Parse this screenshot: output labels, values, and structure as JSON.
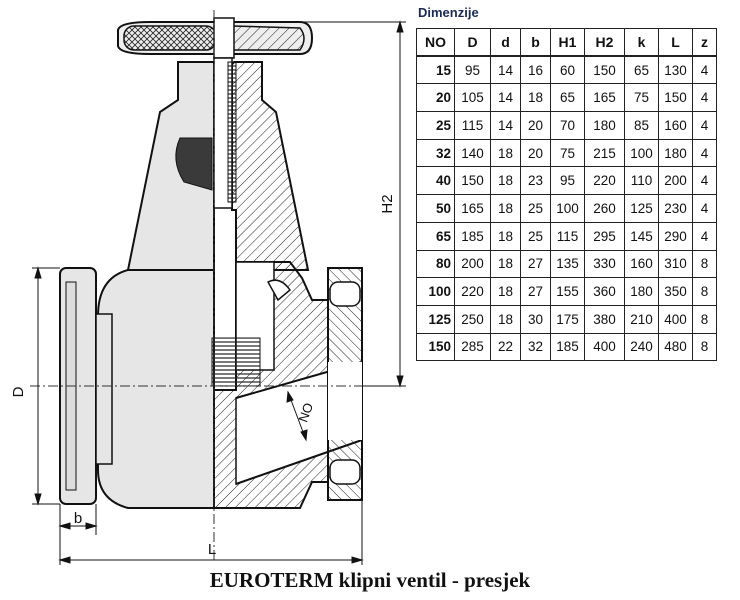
{
  "drawing": {
    "labels": {
      "D": "D",
      "b": "b",
      "L": "L",
      "H2": "H2",
      "NO": "NO"
    }
  },
  "table": {
    "title": "Dimenzije",
    "headers": [
      "NO",
      "D",
      "d",
      "b",
      "H1",
      "H2",
      "k",
      "L",
      "z"
    ],
    "rows": [
      [
        "15",
        "95",
        "14",
        "16",
        "60",
        "150",
        "65",
        "130",
        "4"
      ],
      [
        "20",
        "105",
        "14",
        "18",
        "65",
        "165",
        "75",
        "150",
        "4"
      ],
      [
        "25",
        "115",
        "14",
        "20",
        "70",
        "180",
        "85",
        "160",
        "4"
      ],
      [
        "32",
        "140",
        "18",
        "20",
        "75",
        "215",
        "100",
        "180",
        "4"
      ],
      [
        "40",
        "150",
        "18",
        "23",
        "95",
        "220",
        "110",
        "200",
        "4"
      ],
      [
        "50",
        "165",
        "18",
        "25",
        "100",
        "260",
        "125",
        "230",
        "4"
      ],
      [
        "65",
        "185",
        "18",
        "25",
        "115",
        "295",
        "145",
        "290",
        "4"
      ],
      [
        "80",
        "200",
        "18",
        "27",
        "135",
        "330",
        "160",
        "310",
        "8"
      ],
      [
        "100",
        "220",
        "18",
        "27",
        "155",
        "360",
        "180",
        "350",
        "8"
      ],
      [
        "125",
        "250",
        "18",
        "30",
        "175",
        "380",
        "210",
        "400",
        "8"
      ],
      [
        "150",
        "285",
        "22",
        "32",
        "185",
        "400",
        "240",
        "480",
        "8"
      ]
    ]
  },
  "caption": "EUROTERM klipni ventil - presjek"
}
